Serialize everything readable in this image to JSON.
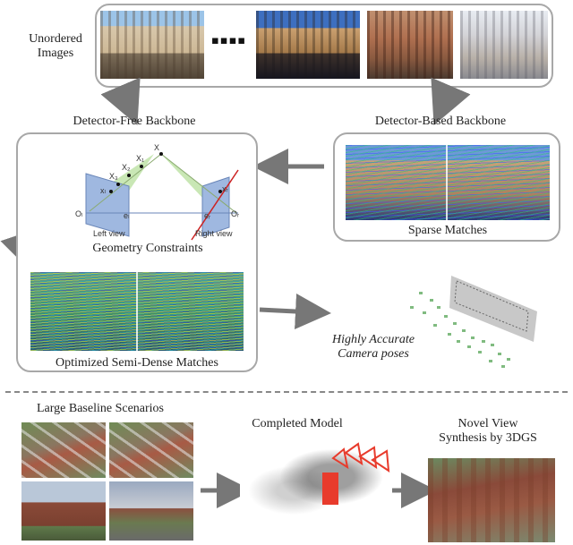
{
  "labels": {
    "unordered_images": "Unordered\nImages",
    "detector_free": "Detector-Free Backbone",
    "detector_based": "Detector-Based Backbone",
    "sparse_matches": "Sparse Matches",
    "geometry_constraints": "Geometry Constraints",
    "optimized_matches": "Optimized Semi-Dense Matches",
    "camera_poses": "Highly Accurate\nCamera poses",
    "large_baseline": "Large Baseline Scenarios",
    "completed_model": "Completed Model",
    "novel_view": "Novel View\nSynthesis by 3DGS",
    "ellipsis": "▪▪▪▪"
  },
  "geometry": {
    "x": "X",
    "x1": "X₁",
    "x2": "X₂",
    "x3": "X₃",
    "xl": "xₗ",
    "xr": "xᵣ",
    "ol": "Oₗ",
    "or": "Oᵣ",
    "el": "eₗ",
    "er": "eᵣ",
    "left_view": "Left view",
    "right_view": "Right view"
  },
  "colors": {
    "box_border": "#a8a8a8",
    "arrow": "#777777",
    "epipolar": "#cc2222",
    "plane": "#9fb8e0",
    "cone": "#bfe3a8"
  }
}
